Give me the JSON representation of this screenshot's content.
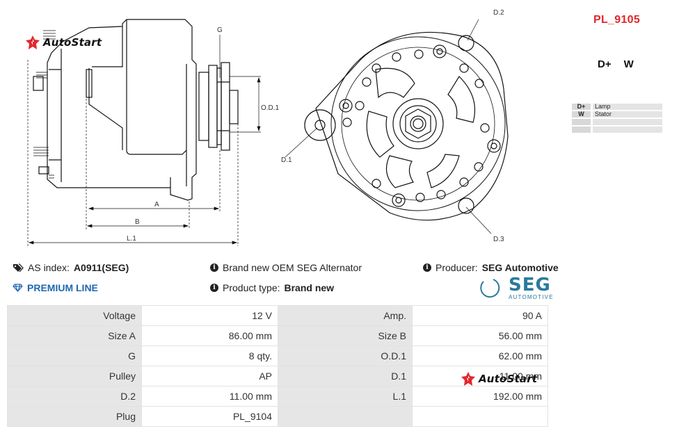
{
  "part_code": "PL_9105",
  "terminals": [
    "D+",
    "W"
  ],
  "terminal_table": [
    {
      "key": "D+",
      "value": "Lamp"
    },
    {
      "key": "W",
      "value": "Stator"
    },
    {
      "key": "",
      "value": ""
    },
    {
      "key": "",
      "value": ""
    }
  ],
  "logo_text": "AutoStart",
  "drawing_labels": {
    "g": "G",
    "od1": "O.D.1",
    "a": "A",
    "b": "B",
    "l1": "L.1",
    "d1": "D.1",
    "d2": "D.2",
    "d3": "D.3"
  },
  "info": {
    "as_index_label": "AS index:",
    "as_index_value": "A0911(SEG)",
    "premium_line": "PREMIUM LINE",
    "brand_text": "Brand new OEM SEG Alternator",
    "product_type_label": "Product type:",
    "product_type_value": "Brand new",
    "producer_label": "Producer:",
    "producer_value": "SEG Automotive"
  },
  "seg_logo": {
    "name": "SEG",
    "sub": "AUTOMOTIVE"
  },
  "colors": {
    "accent_red": "#e3262c",
    "premium_blue": "#1f67b1",
    "seg_teal": "#2a7a9c"
  },
  "specs": [
    {
      "l1": "Voltage",
      "v1": "12 V",
      "l2": "Amp.",
      "v2": "90 A"
    },
    {
      "l1": "Size A",
      "v1": "86.00 mm",
      "l2": "Size B",
      "v2": "56.00 mm"
    },
    {
      "l1": "G",
      "v1": "8 qty.",
      "l2": "O.D.1",
      "v2": "62.00 mm"
    },
    {
      "l1": "Pulley",
      "v1": "AP",
      "l2": "D.1",
      "v2": "11.00 mm"
    },
    {
      "l1": "D.2",
      "v1": "11.00 mm",
      "l2": "L.1",
      "v2": "192.00 mm"
    },
    {
      "l1": "Plug",
      "v1": "PL_9104",
      "l2": "",
      "v2": ""
    }
  ]
}
